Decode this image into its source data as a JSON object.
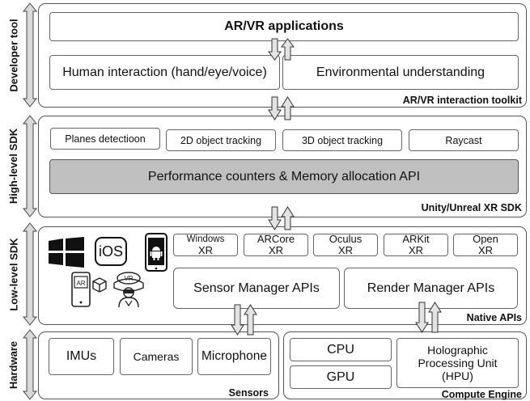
{
  "side_labels": {
    "developer_tool": "Developer tool",
    "high_level_sdk": "High-level SDK",
    "low_level_sdk": "Low-level SDK",
    "hardware": "Hardware"
  },
  "developer_layer": {
    "title": "AR/VR applications",
    "human_interaction": "Human interaction (hand/eye/voice)",
    "environmental": "Environmental understanding",
    "label": "AR/VR interaction toolkit"
  },
  "high_level_layer": {
    "planes": "Planes detectioon",
    "tracking_2d": "2D object tracking",
    "tracking_3d": "3D object tracking",
    "raycast": "Raycast",
    "performance": "Performance counters & Memory allocation API",
    "label": "Unity/Unreal XR SDK"
  },
  "low_level_layer": {
    "apis": [
      {
        "line1": "Windows",
        "line2": "XR"
      },
      {
        "line1": "ARCore",
        "line2": "XR"
      },
      {
        "line1": "Oculus",
        "line2": "XR"
      },
      {
        "line1": "ARKit",
        "line2": "XR"
      },
      {
        "line1": "Open",
        "line2": "XR"
      }
    ],
    "sensor_manager": "Sensor Manager APIs",
    "render_manager": "Render Manager APIs",
    "ios_text": "iOS",
    "ar_text": "AR",
    "vr_text": "VR",
    "label": "Native APIs"
  },
  "sensors_layer": {
    "imus": "IMUs",
    "cameras": "Cameras",
    "microphone": "Microphone",
    "label": "Sensors"
  },
  "compute_layer": {
    "cpu": "CPU",
    "gpu": "GPU",
    "hpu_line1": "Holographic",
    "hpu_line2": "Processing Unit",
    "hpu_line3": "(HPU)",
    "label": "Compute Engine"
  },
  "colors": {
    "border": "#555555",
    "performance_fill": "#c0c0c0",
    "arrow_fill": "#e3e3e3",
    "side_arrow_fill": "#d9d9d9"
  }
}
